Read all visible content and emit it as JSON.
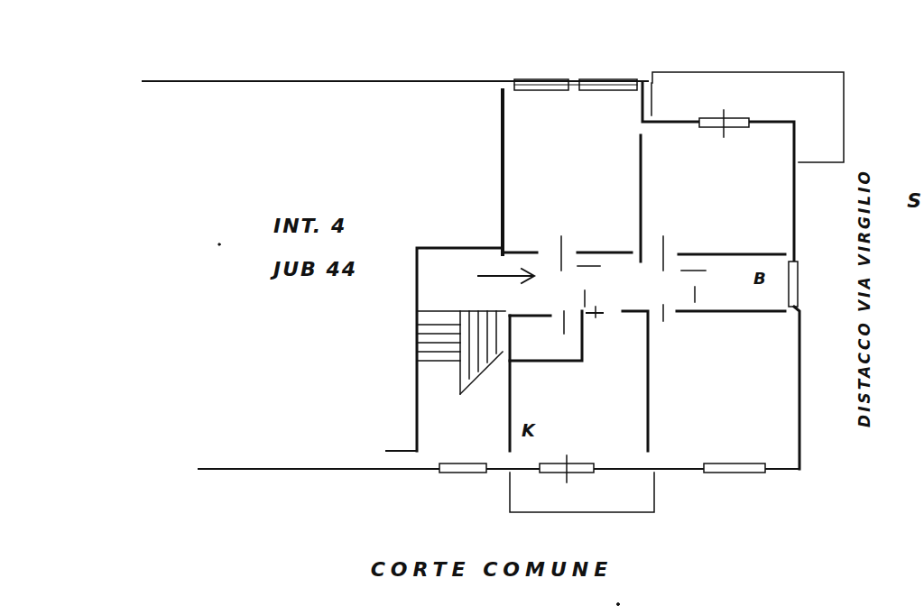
{
  "diagram": {
    "labels": [
      "INT. 4",
      "JUB 44",
      "DISTACCO VIA VIRGILIO",
      "S",
      "B",
      "K",
      "CORTE COMUNE"
    ]
  }
}
